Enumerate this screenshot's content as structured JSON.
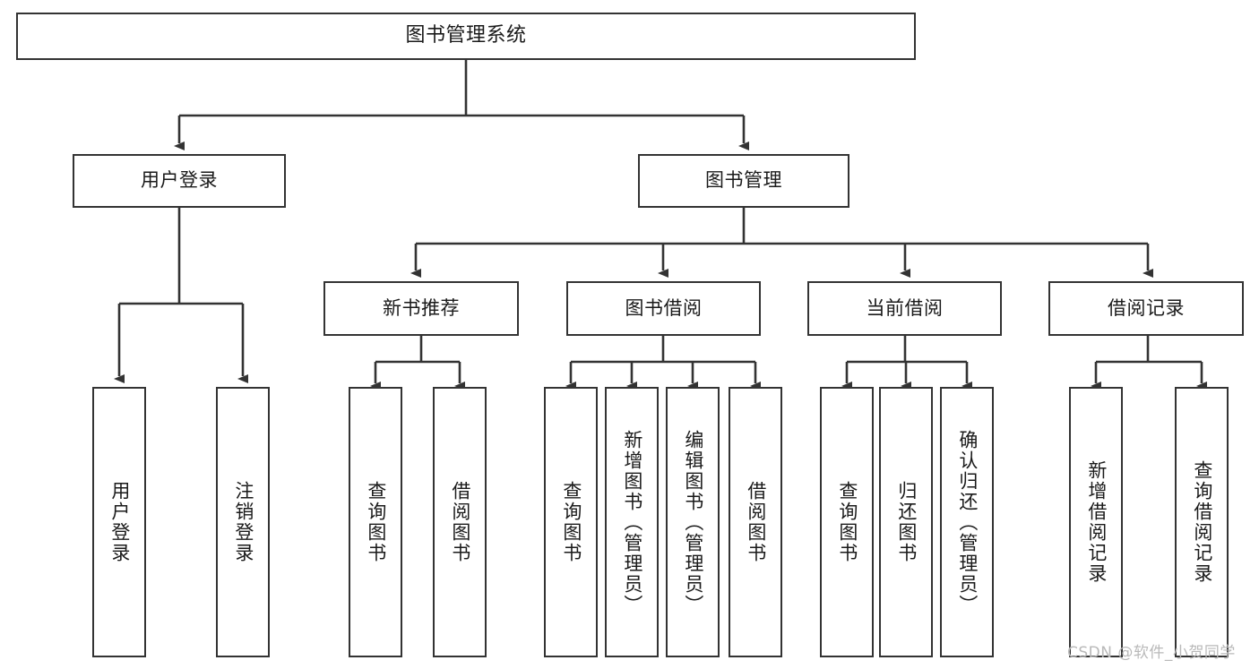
{
  "diagram": {
    "title": "图书管理系统",
    "type": "functional-structure-tree",
    "stroke_color": "#333333",
    "background_color": "#ffffff",
    "watermark": "CSDN @软件_小贺同学",
    "nodes": {
      "root": {
        "label": "图书管理系统"
      },
      "level2": [
        {
          "id": "user-login",
          "label": "用户登录"
        },
        {
          "id": "book-management",
          "label": "图书管理"
        }
      ],
      "level3": [
        {
          "id": "new-book-recommend",
          "label": "新书推荐"
        },
        {
          "id": "book-borrow",
          "label": "图书借阅"
        },
        {
          "id": "current-borrow",
          "label": "当前借阅"
        },
        {
          "id": "borrow-record",
          "label": "借阅记录"
        }
      ],
      "leaves": {
        "user-login": [
          {
            "id": "leaf-user-login",
            "label": "用户登录"
          },
          {
            "id": "leaf-logout",
            "label": "注销登录"
          }
        ],
        "new-book-recommend": [
          {
            "id": "leaf-query-book-1",
            "label": "查询图书"
          },
          {
            "id": "leaf-borrow-book-1",
            "label": "借阅图书"
          }
        ],
        "book-borrow": [
          {
            "id": "leaf-query-book-2",
            "label": "查询图书"
          },
          {
            "id": "leaf-add-book",
            "label": "新增图书（管理员）"
          },
          {
            "id": "leaf-edit-book",
            "label": "编辑图书（管理员）"
          },
          {
            "id": "leaf-borrow-book-2",
            "label": "借阅图书"
          }
        ],
        "current-borrow": [
          {
            "id": "leaf-query-book-3",
            "label": "查询图书"
          },
          {
            "id": "leaf-return-book",
            "label": "归还图书"
          },
          {
            "id": "leaf-confirm-return",
            "label": "确认归还（管理员）"
          }
        ],
        "borrow-record": [
          {
            "id": "leaf-add-record",
            "label": "新增借阅记录"
          },
          {
            "id": "leaf-query-record",
            "label": "查询借阅记录"
          }
        ]
      }
    }
  }
}
